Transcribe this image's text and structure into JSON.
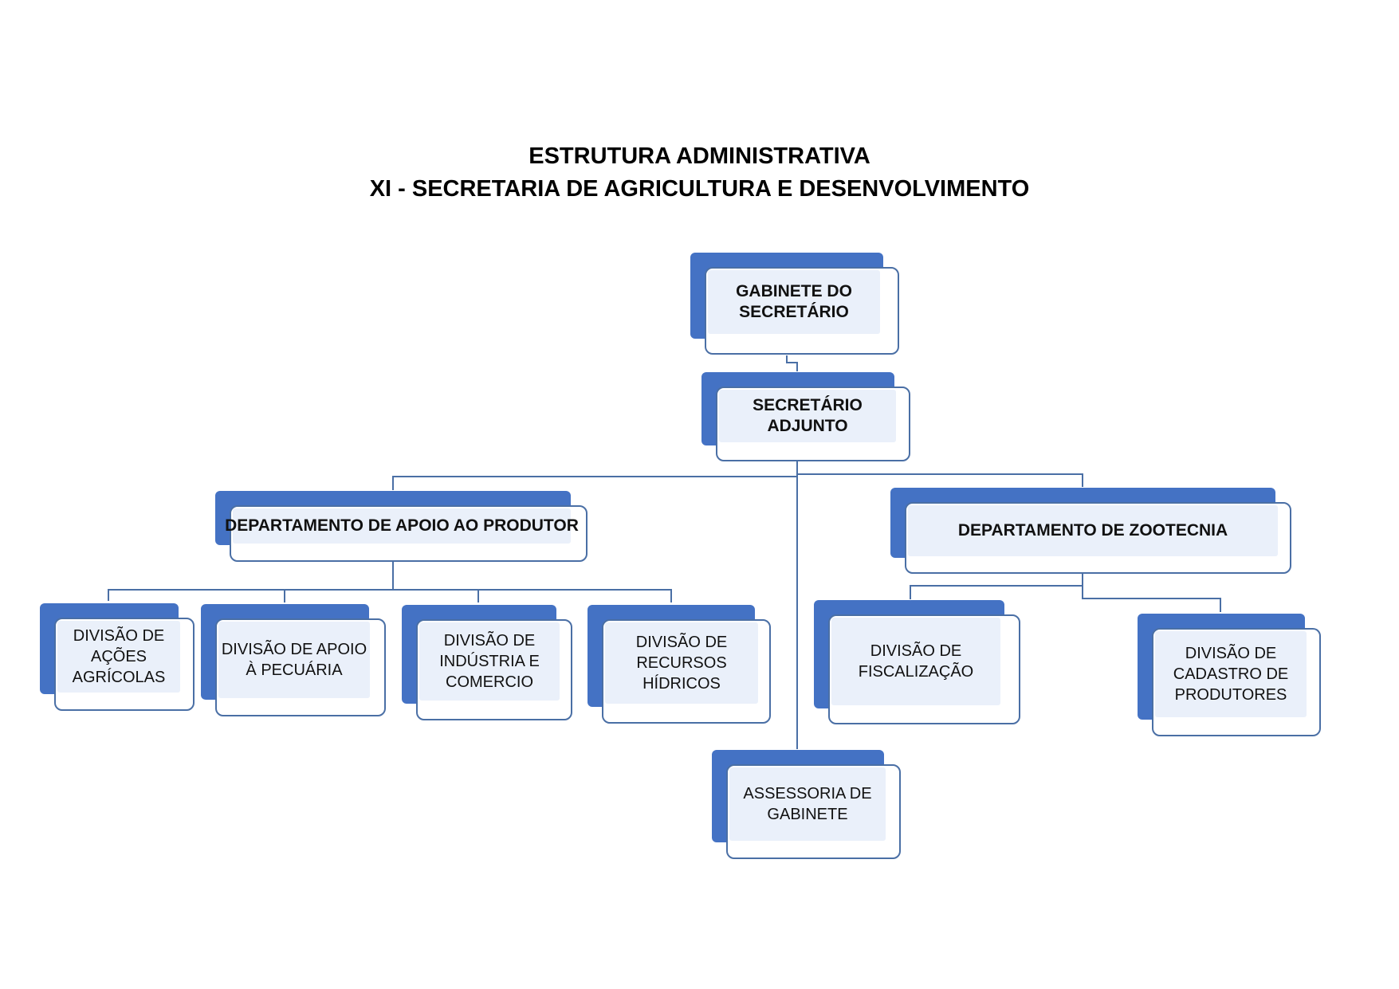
{
  "title": {
    "line1": "ESTRUTURA ADMINISTRATIVA",
    "line2": "XI - SECRETARIA DE AGRICULTURA E DESENVOLVIMENTO"
  },
  "nodes": {
    "gabinete": {
      "label": "GABINETE DO SECRETÁRIO"
    },
    "adjunto": {
      "label": "SECRETÁRIO ADJUNTO"
    },
    "dep_apoio": {
      "label": "DEPARTAMENTO DE APOIO AO PRODUTOR"
    },
    "dep_zootecnia": {
      "label": "DEPARTAMENTO DE ZOOTECNIA"
    },
    "div_acoes": {
      "label": "DIVISÃO DE AÇÕES AGRÍCOLAS"
    },
    "div_pecuaria": {
      "label": "DIVISÃO DE APOIO À PECUÁRIA"
    },
    "div_industria": {
      "label": "DIVISÃO DE INDÚSTRIA E COMERCIO"
    },
    "div_recursos": {
      "label": "DIVISÃO DE RECURSOS HÍDRICOS"
    },
    "div_fiscalizacao": {
      "label": "DIVISÃO DE FISCALIZAÇÃO"
    },
    "div_cadastro": {
      "label": "DIVISÃO DE CADASTRO DE PRODUTORES"
    },
    "assessoria": {
      "label": "ASSESSORIA DE GABINETE"
    }
  },
  "edges": [
    [
      "gabinete",
      "adjunto"
    ],
    [
      "adjunto",
      "dep_apoio"
    ],
    [
      "adjunto",
      "dep_zootecnia"
    ],
    [
      "adjunto",
      "assessoria"
    ],
    [
      "dep_apoio",
      "div_acoes"
    ],
    [
      "dep_apoio",
      "div_pecuaria"
    ],
    [
      "dep_apoio",
      "div_industria"
    ],
    [
      "dep_apoio",
      "div_recursos"
    ],
    [
      "dep_zootecnia",
      "div_fiscalizacao"
    ],
    [
      "dep_zootecnia",
      "div_cadastro"
    ]
  ],
  "colors": {
    "accent": "#4472c4",
    "border": "#4a6fa5",
    "fill": "#eaf0fa",
    "connector": "#4a6fa5"
  }
}
